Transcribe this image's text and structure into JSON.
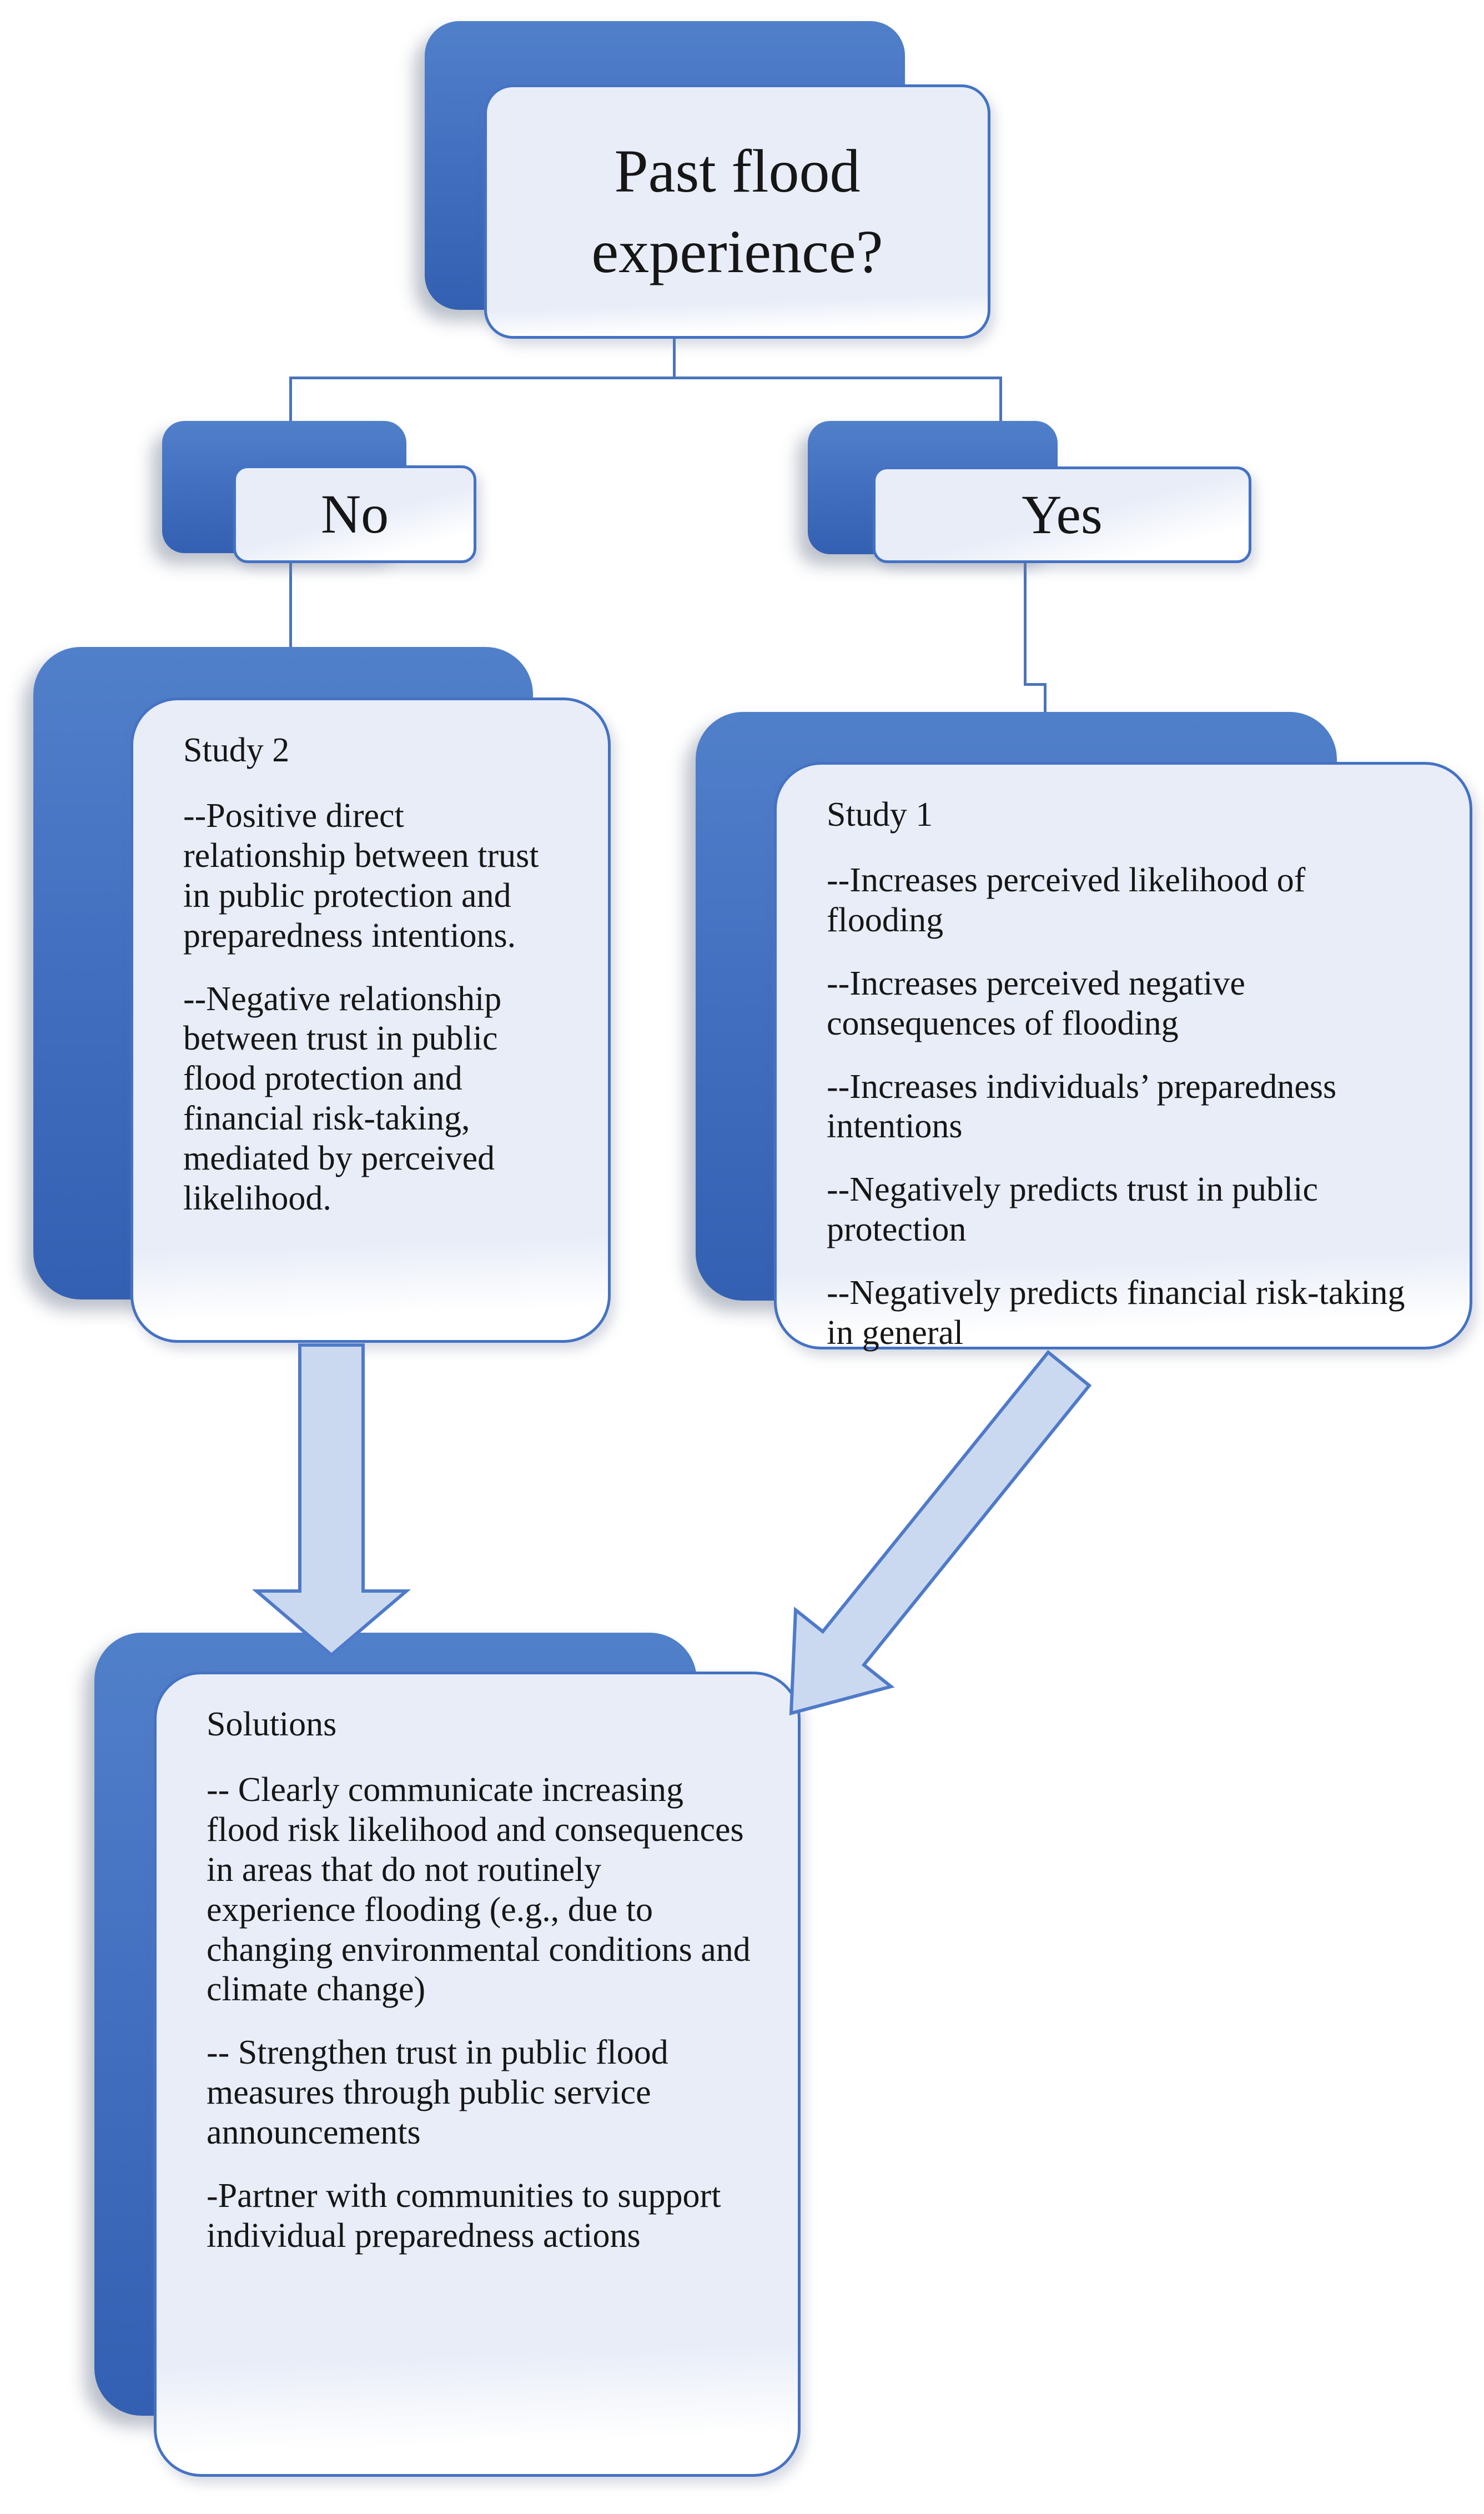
{
  "flowchart": {
    "root": {
      "label": "Past flood experience?"
    },
    "branch_no": {
      "label": "No"
    },
    "branch_yes": {
      "label": "Yes"
    },
    "study2": {
      "title": "Study 2",
      "items": [
        "--Positive direct relationship between trust in public protection and preparedness intentions.",
        "--Negative relationship between trust in public flood protection and financial risk-taking, mediated by perceived likelihood."
      ]
    },
    "study1": {
      "title": "Study 1",
      "items": [
        "--Increases perceived likelihood of flooding",
        "--Increases perceived negative consequences of flooding",
        "--Increases individuals’ preparedness intentions",
        "--Negatively predicts trust in public protection",
        "--Negatively predicts financial risk-taking in general"
      ]
    },
    "solutions": {
      "title": "Solutions",
      "items": [
        "-- Clearly communicate increasing flood risk likelihood and consequences in areas that do not routinely experience flooding (e.g., due to changing environmental conditions and climate change)",
        "-- Strengthen trust in public flood measures through public service announcements",
        "-Partner with communities to support individual preparedness actions"
      ]
    },
    "colors": {
      "accent_blue": "#4472c4",
      "shadow_box_blue": "#4a76c5",
      "box_fill_tint": "#e8edf8",
      "arrow_fill": "#cbd9f0",
      "connector_blue": "#4a75ba",
      "text": "#161616"
    }
  }
}
